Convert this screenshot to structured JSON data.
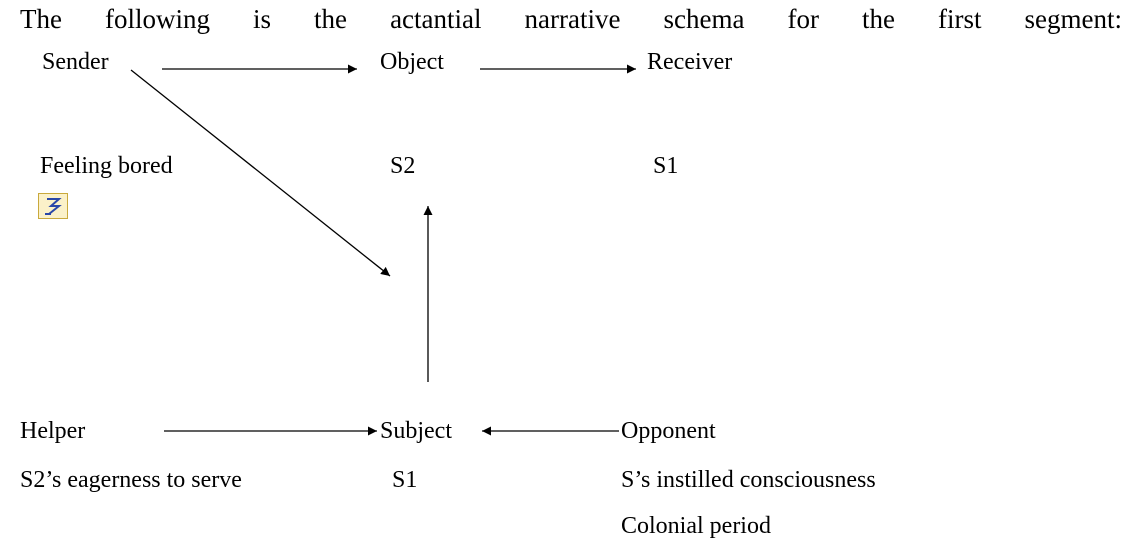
{
  "intro_text": "The following is the actantial narrative schema for the first segment:",
  "schema": {
    "sender": {
      "role": "Sender",
      "values": [
        "Feeling bored"
      ]
    },
    "object": {
      "role": "Object",
      "values": [
        "S2"
      ]
    },
    "receiver": {
      "role": "Receiver",
      "values": [
        "S1"
      ]
    },
    "helper": {
      "role": "Helper",
      "values": [
        "S2’s eagerness to serve"
      ]
    },
    "subject": {
      "role": "Subject",
      "values": [
        "S1"
      ]
    },
    "opponent": {
      "role": "Opponent",
      "values": [
        "S’s instilled consciousness",
        "Colonial period"
      ]
    }
  },
  "arrows": [
    {
      "from": "Sender",
      "to": "Object"
    },
    {
      "from": "Object",
      "to": "Receiver"
    },
    {
      "from": "Sender",
      "to": "Subject"
    },
    {
      "from": "Subject",
      "to": "Object"
    },
    {
      "from": "Helper",
      "to": "Subject"
    },
    {
      "from": "Opponent",
      "to": "Subject"
    }
  ],
  "icons": {
    "marker": "small-anchor-marker-icon"
  },
  "colors": {
    "text": "#000000",
    "background": "#ffffff"
  }
}
